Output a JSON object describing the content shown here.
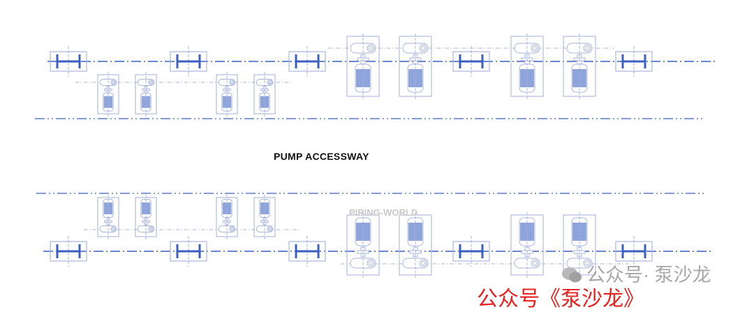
{
  "diagram": {
    "label": "PUMP ACCESSWAY",
    "colors": {
      "line": "#3a5fc0",
      "light": "#9fb0dc",
      "fill": "#8ea4da",
      "box": "#a9b6dc"
    },
    "column_count_per_row": 5,
    "small_pumps_per_row": 4,
    "large_pumps_per_row": 4
  },
  "watermarks": {
    "source": "PIRING-WORLD",
    "wechat": "公众号· 泵沙龙",
    "red": "公众号《泵沙龙》"
  }
}
